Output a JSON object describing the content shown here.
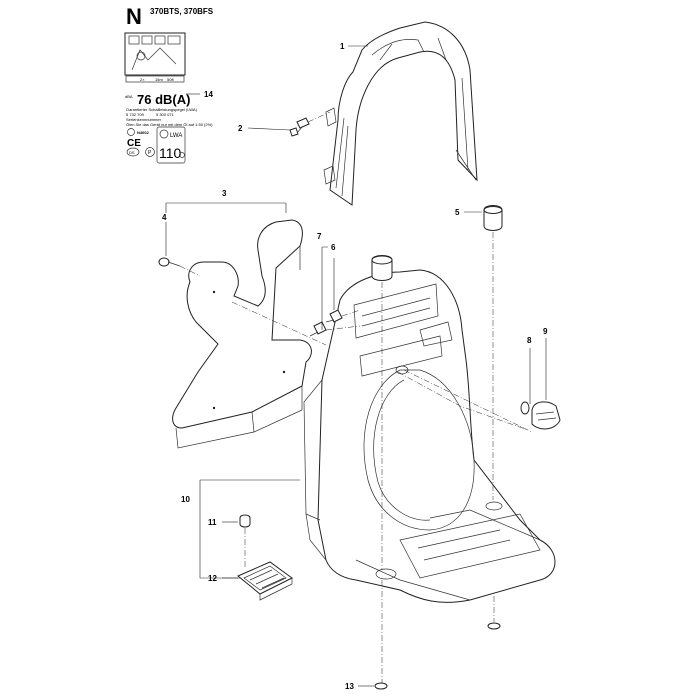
{
  "header": {
    "section_letter": "N",
    "models": "370BTS, 370BFS"
  },
  "decal": {
    "pictogram_tag_left": "2×",
    "pictogram_tag_mid": "15m",
    "pictogram_tag_right": "50ft",
    "sound_prefix": "dBA",
    "sound_value": "76 dB(A)",
    "line1": "Garantierter Schallleistungspegel (LWA)",
    "line2a": "5 732 709",
    "line2b": "5 300 071",
    "line3": "Serienkennnummer",
    "line4": "Ölen Sie das Gerät nur mit dem Öl auf 1:50 (2%)",
    "code": "N4602",
    "ce": "CE",
    "lwa": "LWA",
    "lwa_value": "110",
    "ds": "DS",
    "p_mark": "P"
  },
  "callouts": [
    {
      "id": "c1",
      "label": "1"
    },
    {
      "id": "c2",
      "label": "2"
    },
    {
      "id": "c3",
      "label": "3"
    },
    {
      "id": "c4",
      "label": "4"
    },
    {
      "id": "c5",
      "label": "5"
    },
    {
      "id": "c6",
      "label": "6"
    },
    {
      "id": "c7",
      "label": "7"
    },
    {
      "id": "c8",
      "label": "8"
    },
    {
      "id": "c9",
      "label": "9"
    },
    {
      "id": "c10",
      "label": "10"
    },
    {
      "id": "c11",
      "label": "11"
    },
    {
      "id": "c12",
      "label": "12"
    },
    {
      "id": "c13",
      "label": "13"
    },
    {
      "id": "c14",
      "label": "14"
    }
  ]
}
